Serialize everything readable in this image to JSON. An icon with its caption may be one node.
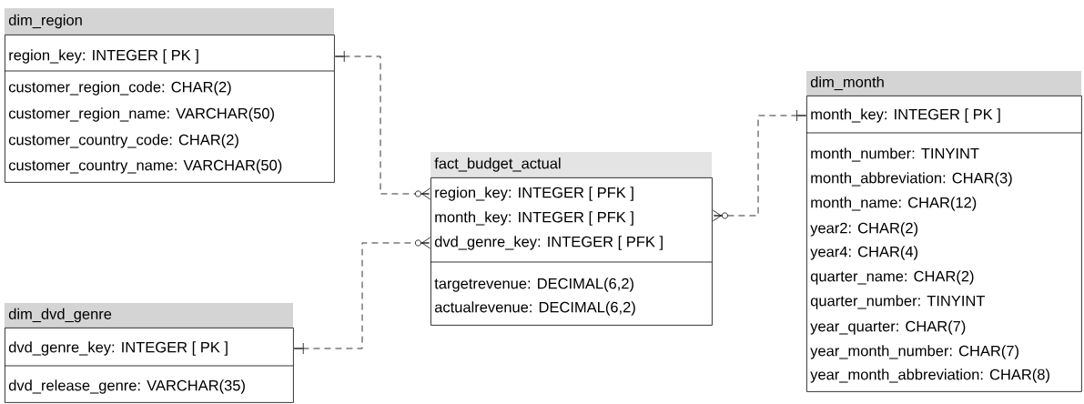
{
  "diagram": {
    "nodes": [
      {
        "text": [
          "dim_region",
          "region_key: INTEGER  [ PK ]",
          "customer_region_code: CHAR(2)",
          "customer_region_name: VARCHAR(50)",
          "customer_country_code: CHAR(2)",
          "customer_country_name: VARCHAR(50)"
        ]
      },
      {
        "text": [
          "fact_budget_actual",
          "region_key: INTEGER  [ PFK ]",
          "month_key: INTEGER  [ PFK ]",
          "dvd_genre_key: INTEGER  [ PFK ]",
          "targetrevenue: DECIMAL(6,2)",
          "actualrevenue: DECIMAL(6,2)"
        ]
      },
      {
        "text": [
          "dim_month",
          "month_key: INTEGER  [ PK ]",
          "month_number: TINYINT",
          "month_abbreviation: CHAR(3)",
          "month_name: CHAR(12)",
          "year2: CHAR(2)",
          "year4: CHAR(4)",
          "quarter_name: CHAR(2)",
          "quarter_number: TINYINT",
          "year_quarter: CHAR(7)",
          "year_month_number: CHAR(7)",
          "year_month_abbreviation: CHAR(8)"
        ]
      },
      {
        "text": [
          "dim_dvd_genre",
          "dvd_genre_key: INTEGER  [ PK ]",
          "dvd_release_genre: VARCHAR(35)"
        ]
      }
    ],
    "edges": [
      {
        "from": 0,
        "to": 1,
        "arrow": "other",
        "style": "dashed"
      },
      {
        "from": 2,
        "to": 1,
        "arrow": "other",
        "style": "dashed"
      },
      {
        "from": 3,
        "to": 1,
        "arrow": "other",
        "style": "dashed"
      }
    ]
  }
}
